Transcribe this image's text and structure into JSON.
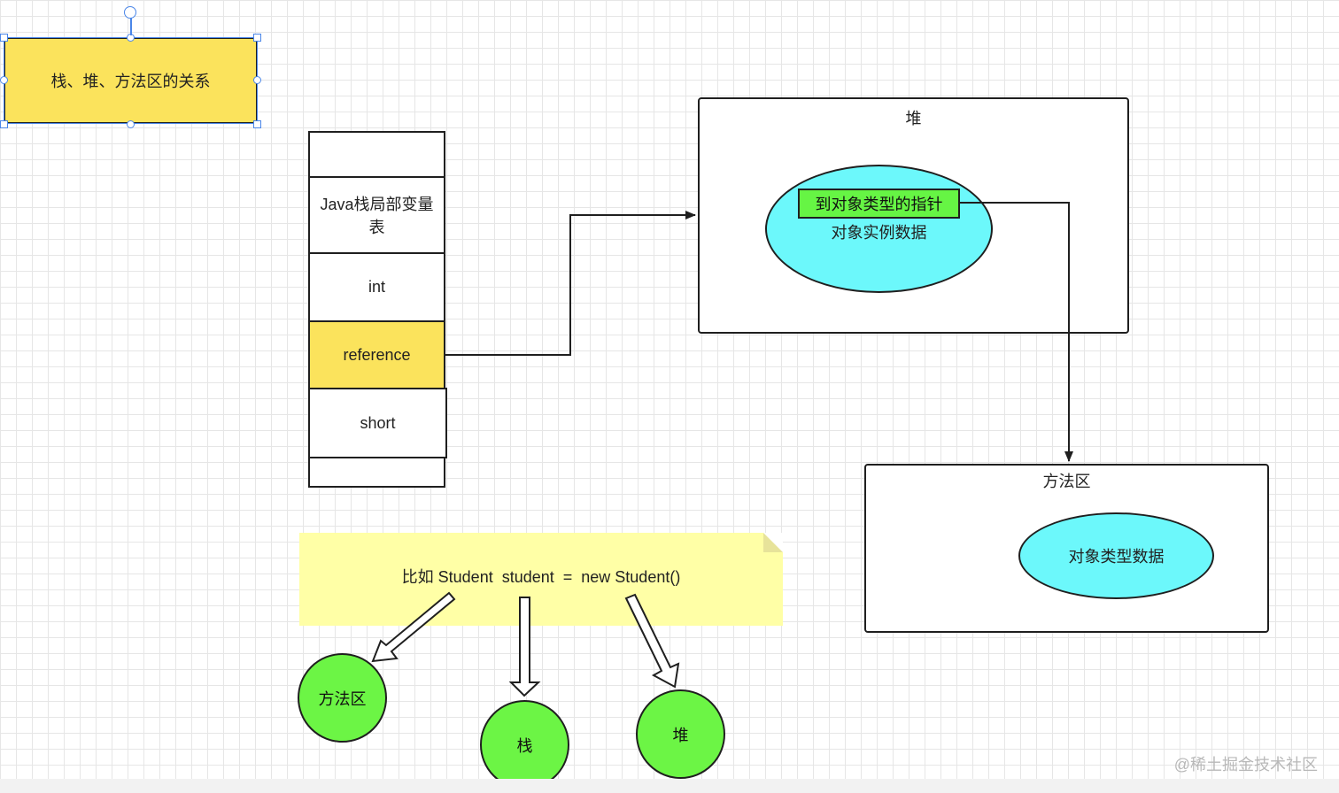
{
  "title_box": {
    "label": "栈、堆、方法区的关系"
  },
  "stack": {
    "cells": [
      "",
      "Java栈局部变量表",
      "int",
      "reference",
      "short",
      ""
    ],
    "highlight_index": 3
  },
  "heap": {
    "label": "堆",
    "instance_label": "对象实例数据",
    "pointer_label": "到对象类型的指针"
  },
  "method_area": {
    "label": "方法区",
    "type_data_label": "对象类型数据"
  },
  "note": {
    "text": "比如 Student  student  =  new Student()"
  },
  "circles": {
    "method": "方法区",
    "stack": "栈",
    "heap": "堆"
  },
  "watermark": "@稀土掘金技术社区",
  "colors": {
    "title_fill": "#fbe35c",
    "reference_fill": "#fbe35c",
    "ellipse_fill": "#6cf8fb",
    "pointer_fill": "#66f544",
    "circle_fill": "#6cf545",
    "note_fill": "#ffffa6",
    "selection": "#4a86e8"
  }
}
